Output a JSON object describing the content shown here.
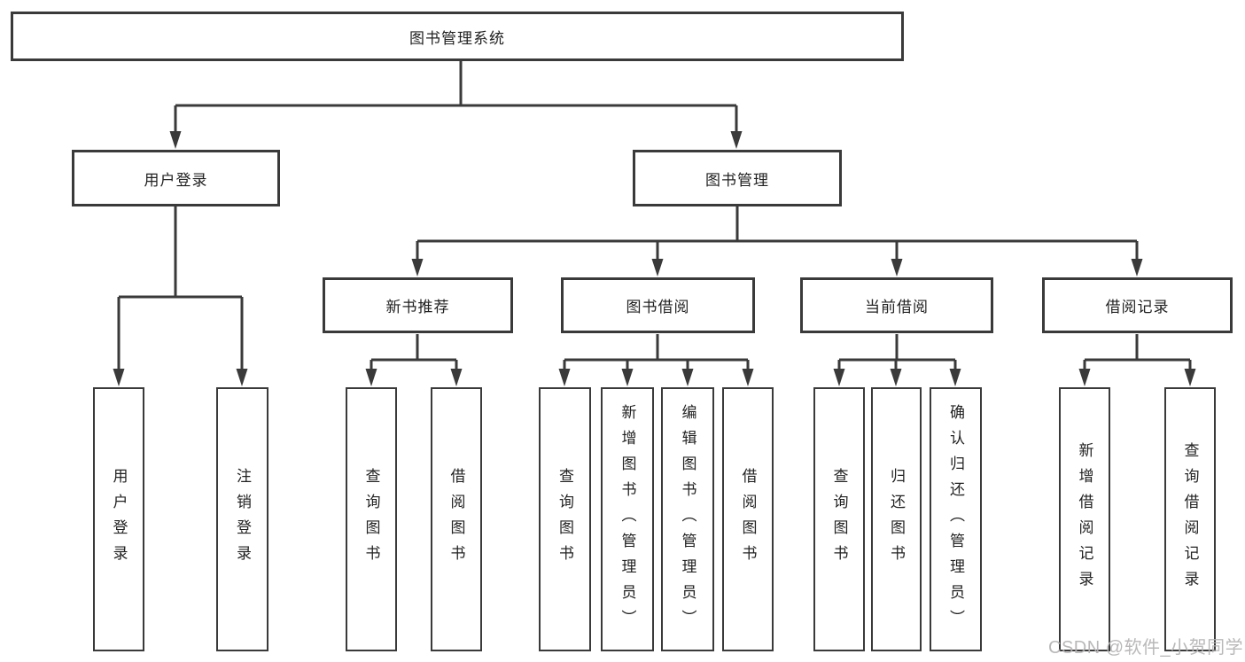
{
  "tree": {
    "label": "图书管理系统",
    "children": [
      {
        "label": "用户登录",
        "children": [
          {
            "label": "用户登录"
          },
          {
            "label": "注销登录"
          }
        ]
      },
      {
        "label": "图书管理",
        "children": [
          {
            "label": "新书推荐",
            "children": [
              {
                "label": "查询图书"
              },
              {
                "label": "借阅图书"
              }
            ]
          },
          {
            "label": "图书借阅",
            "children": [
              {
                "label": "查询图书"
              },
              {
                "label": "新增图书（管理员）"
              },
              {
                "label": "编辑图书（管理员）"
              },
              {
                "label": "借阅图书"
              }
            ]
          },
          {
            "label": "当前借阅",
            "children": [
              {
                "label": "查询图书"
              },
              {
                "label": "归还图书"
              },
              {
                "label": "确认归还（管理员）"
              }
            ]
          },
          {
            "label": "借阅记录",
            "children": [
              {
                "label": "新增借阅记录"
              },
              {
                "label": "查询借阅记录"
              }
            ]
          }
        ]
      }
    ]
  },
  "watermark": "CSDN @软件_小贺同学",
  "colors": {
    "line": "#3a3a3a",
    "box_border": "#3a3a3a",
    "text": "#222222",
    "watermark": "#b5b2b4",
    "background": "#ffffff"
  }
}
